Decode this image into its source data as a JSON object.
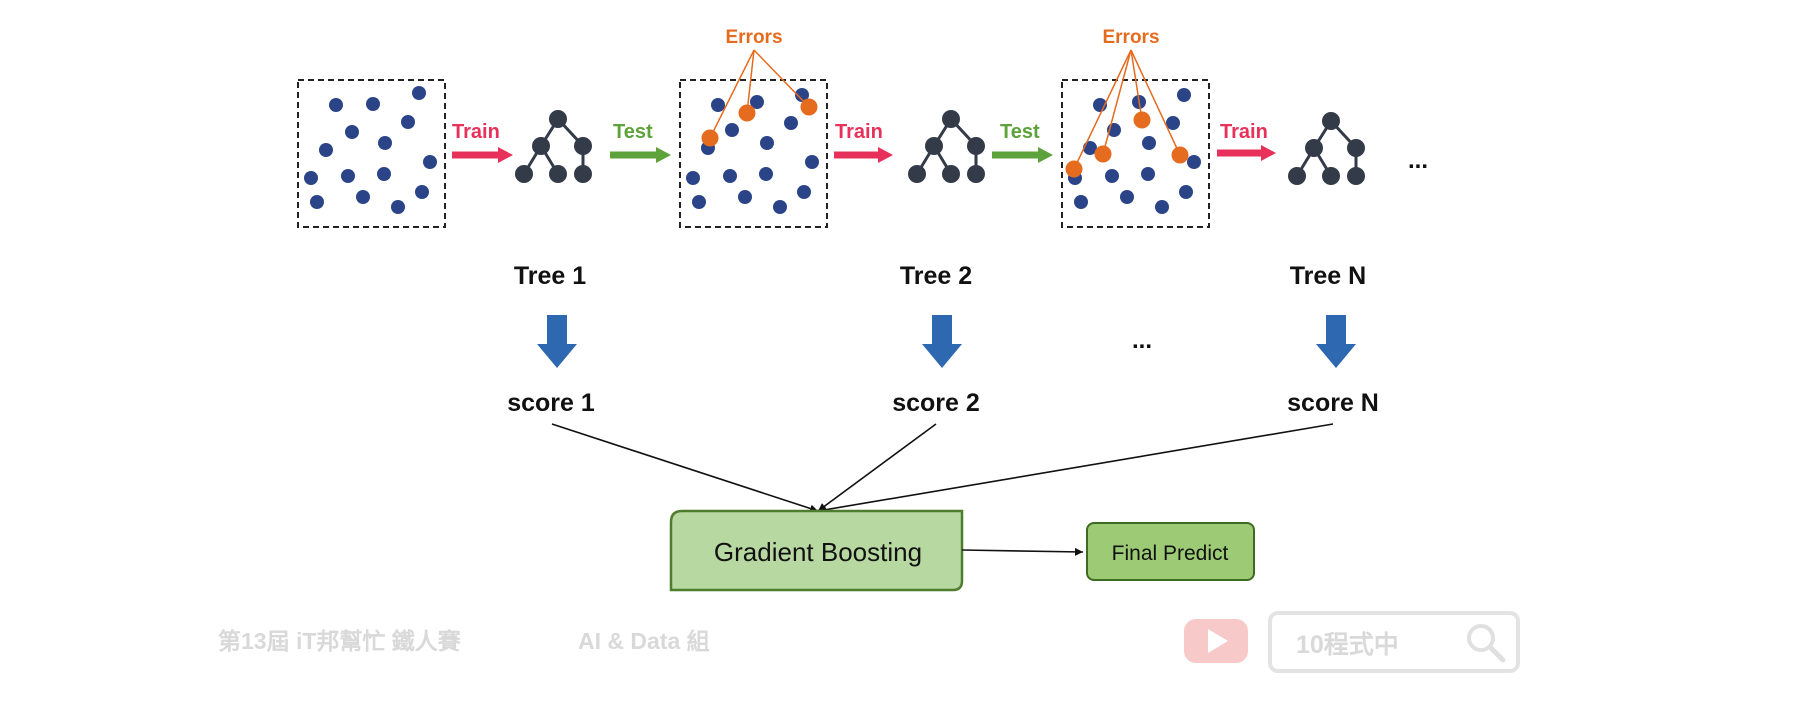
{
  "colors": {
    "dot": "#2b4488",
    "error_dot": "#e56b1f",
    "error_label": "#e56b1f",
    "train_arrow": "#e8315a",
    "test_arrow": "#5da23a",
    "tree": "#333a48",
    "down_arrow": "#2e68b0",
    "gb_fill": "#b8d8a2",
    "gb_stroke": "#4f7d2e",
    "final_fill": "#9dca74",
    "final_stroke": "#3d6b22",
    "watermark": "#d9d9d9",
    "youtube": "#f7c9c9"
  },
  "labels": {
    "train": "Train",
    "test": "Test",
    "errors": "Errors",
    "ellipsis": "..."
  },
  "trees": [
    {
      "name": "Tree 1",
      "score": "score 1"
    },
    {
      "name": "Tree 2",
      "score": "score 2"
    },
    {
      "name": "Tree N",
      "score": "score N"
    }
  ],
  "boosting": {
    "label": "Gradient Boosting",
    "final": "Final Predict"
  },
  "watermark": {
    "event": "第13屆 iT邦幫忙 鐵人賽",
    "group": "AI & Data 組",
    "search_text": "10程式中",
    "youtube_icon": "youtube-play-icon",
    "search_icon": "magnifier-icon"
  }
}
